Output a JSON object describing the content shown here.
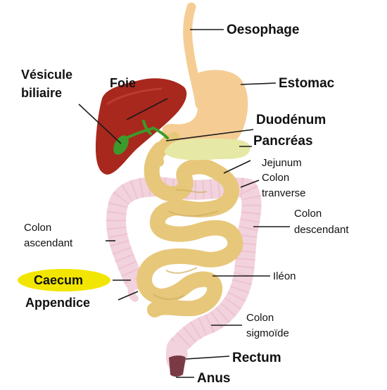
{
  "labels": {
    "oesophage": "Oesophage",
    "estomac": "Estomac",
    "foie": "Foie",
    "vesicule_l1": "Vésicule",
    "vesicule_l2": "biliaire",
    "duodenum": "Duodénum",
    "pancreas": "Pancréas",
    "jejunum": "Jejunum",
    "colon_tranverse_l1": "Colon",
    "colon_tranverse_l2": "tranverse",
    "colon_descendant_l1": "Colon",
    "colon_descendant_l2": "descendant",
    "colon_ascendant_l1": "Colon",
    "colon_ascendant_l2": "ascendant",
    "ileon": "Iléon",
    "caecum": "Caecum",
    "appendice": "Appendice",
    "colon_sigmoide_l1": "Colon",
    "colon_sigmoide_l2": "sigmoïde",
    "rectum": "Rectum",
    "anus": "Anus"
  },
  "colors": {
    "liver": "#a8281e",
    "gallbladder": "#3d9a2a",
    "stomach": "#f5cd94",
    "pancreas": "#e6e9a6",
    "small_intestine": "#e7c77a",
    "colon": "#f2d2dd",
    "rectum": "#7a3a45",
    "caecum_highlight": "#f2e600"
  }
}
